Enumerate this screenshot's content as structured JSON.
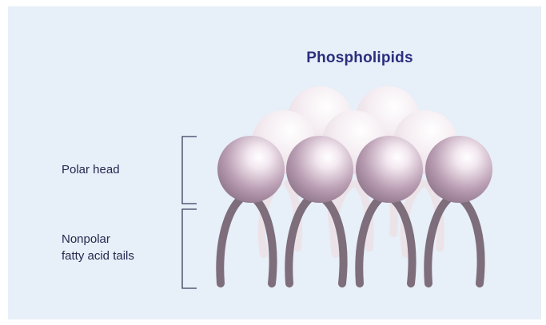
{
  "title": "Phospholipids",
  "labels": {
    "polar_head": "Polar head",
    "tails_line1": "Nonpolar",
    "tails_line2": "fatty acid tails"
  },
  "colors": {
    "background_panel": "#e7eff8",
    "title": "#2b2f7e",
    "label_text": "#26284f",
    "head_front": "#b79bb0",
    "head_back": "#f1e7ee",
    "tail_front": "#7f6f7b",
    "tail_back": "#ede4ea",
    "bracket": "#3a3d5c"
  },
  "diagram": {
    "front_row_count": 4,
    "back_row_count": 5
  }
}
